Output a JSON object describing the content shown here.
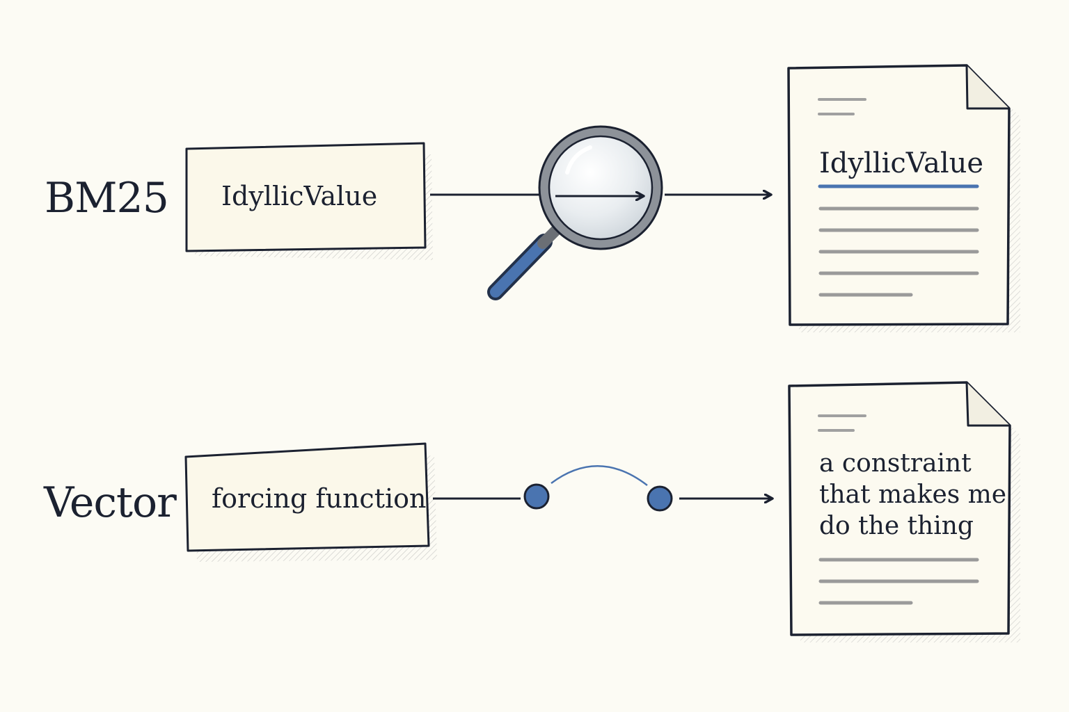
{
  "diagram": {
    "rows": [
      {
        "id": "bm25",
        "label": "BM25",
        "query": "IdyllicValue",
        "matcher": "magnifying-glass-icon",
        "document": {
          "title": "IdyllicValue",
          "underline_color": "#4a74b0",
          "lines": []
        }
      },
      {
        "id": "vector",
        "label": "Vector",
        "query": "forcing function",
        "matcher": "semantic-link-icon",
        "document": {
          "title": "",
          "lines": [
            "a constraint",
            "that makes me",
            "do the thing"
          ]
        }
      }
    ],
    "colors": {
      "ink": "#1b2130",
      "accent_blue": "#4a74b0",
      "paper": "#fcfbf4",
      "text_lines": "#9a9a9a"
    }
  }
}
